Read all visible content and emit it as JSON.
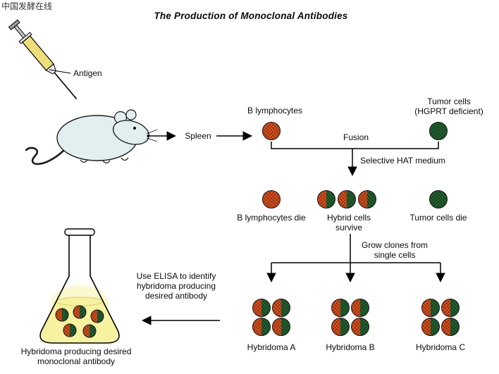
{
  "watermark": "中国发酵在线",
  "title": "The Production of Monoclonal Antibodies",
  "mouse_section": {
    "antigen": "Antigen",
    "spleen": "Spleen"
  },
  "fusion_section": {
    "b_lymphocytes": "B lymphocytes",
    "tumor_cells": [
      "Tumor cells",
      "(HGPRT deficient)"
    ],
    "fusion": "Fusion",
    "hat_medium": "Selective HAT medium"
  },
  "selection_row": {
    "b_die": "B lymphocytes die",
    "hybrid_survive": [
      "Hybrid cells",
      "survive"
    ],
    "tumor_die": "Tumor cells die",
    "grow_clones": [
      "Grow clones from",
      "single cells"
    ]
  },
  "clones": {
    "a": "Hybridoma A",
    "b": "Hybridoma B",
    "c": "Hybridoma C"
  },
  "elisa": [
    "Use ELISA to identify",
    "hybridoma producing",
    "desired antibody"
  ],
  "flask_caption": [
    "Hybridoma producing desired",
    "monoclonal antibody"
  ],
  "colors": {
    "b_cell": "#d9511f",
    "tumor_cell": "#1f6333",
    "flask_liquid": "#f7f2a0",
    "flask_liquid_light": "#fbf8cf",
    "mouse_body": "#e2eef0",
    "syringe_barrel": "#eedd7a",
    "line": "#000000"
  }
}
